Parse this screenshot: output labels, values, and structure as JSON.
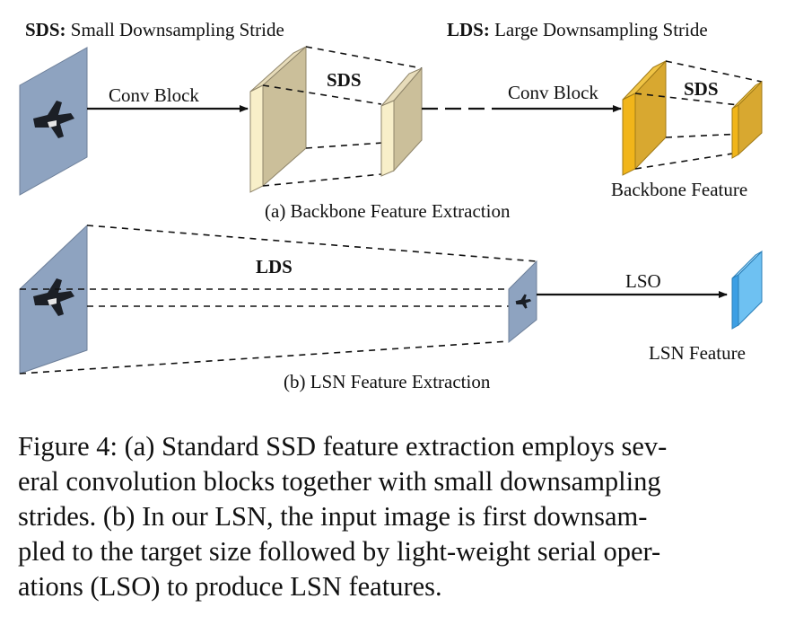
{
  "legend": {
    "sds_abbr": "SDS:",
    "sds_full": " Small Downsampling Stride",
    "lds_abbr": "LDS:",
    "lds_full": " Large Downsampling Stride"
  },
  "panel_a": {
    "arrow1_label": "Conv Block",
    "stride1_label": "SDS",
    "arrow2_label": "Conv Block",
    "stride2_label": "SDS",
    "output_label": "Backbone Feature",
    "subtitle": "(a) Backbone Feature Extraction"
  },
  "panel_b": {
    "stride_label": "LDS",
    "arrow_label": "LSO",
    "output_label": "LSN Feature",
    "subtitle": "(b) LSN Feature Extraction"
  },
  "caption": {
    "lines": [
      "Figure 4: (a) Standard SSD feature extraction employs sev-",
      "eral convolution blocks together with small downsampling",
      "strides.  (b) In our LSN, the input image is first downsam-",
      "pled to the target size followed by light-weight serial oper-",
      "ations (LSO) to produce LSN features."
    ]
  },
  "colors": {
    "input_image": "#8ea3c0",
    "backbone_block_front": "#f8efc9",
    "backbone_block_face": "#cbbf9a",
    "backbone_feature_front": "#f1b51a",
    "backbone_feature_face": "#d8a830",
    "lsn_feature_front": "#3d9fe4",
    "lsn_feature_face": "#6ec1f2"
  }
}
